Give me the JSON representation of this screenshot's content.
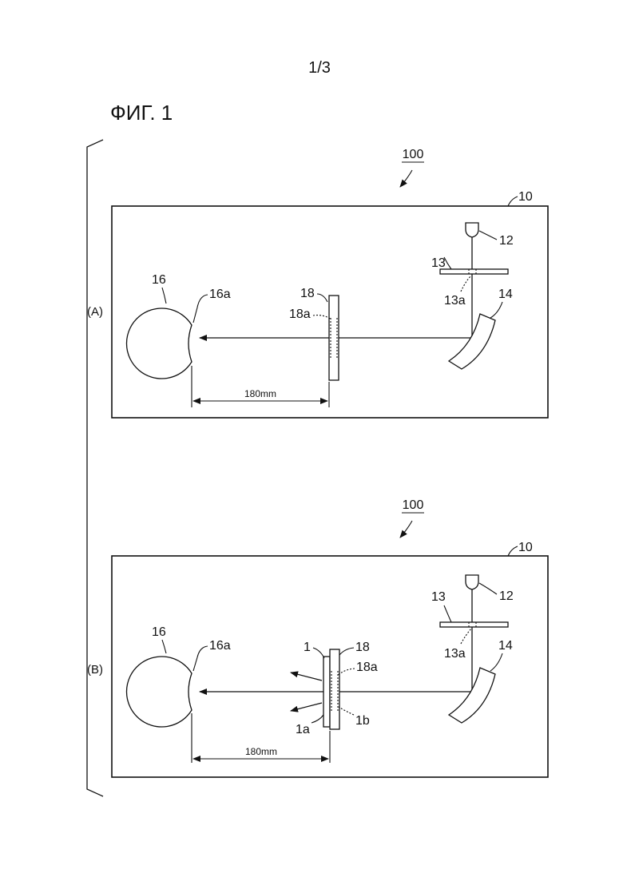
{
  "page_number": "1/3",
  "figure_title": "ФИГ. 1",
  "panels": [
    {
      "id": "A",
      "panel_label": "(A)",
      "device_ref": "100",
      "frame_ref": "10",
      "eye_ref": "16",
      "cornea_ref": "16a",
      "plate_ref": "18",
      "plate_region_ref": "18a",
      "light_source_ref": "12",
      "aperture_ref": "13",
      "aperture_hole_ref": "13a",
      "mirror_ref": "14",
      "distance_label": "180mm"
    },
    {
      "id": "B",
      "panel_label": "(B)",
      "device_ref": "100",
      "frame_ref": "10",
      "eye_ref": "16",
      "cornea_ref": "16a",
      "plate_ref": "18",
      "plate_region_ref": "18a",
      "film_ref": "1",
      "film_front_ref": "1a",
      "film_back_ref": "1b",
      "light_source_ref": "12",
      "aperture_ref": "13",
      "aperture_hole_ref": "13a",
      "mirror_ref": "14",
      "distance_label": "180mm"
    }
  ]
}
